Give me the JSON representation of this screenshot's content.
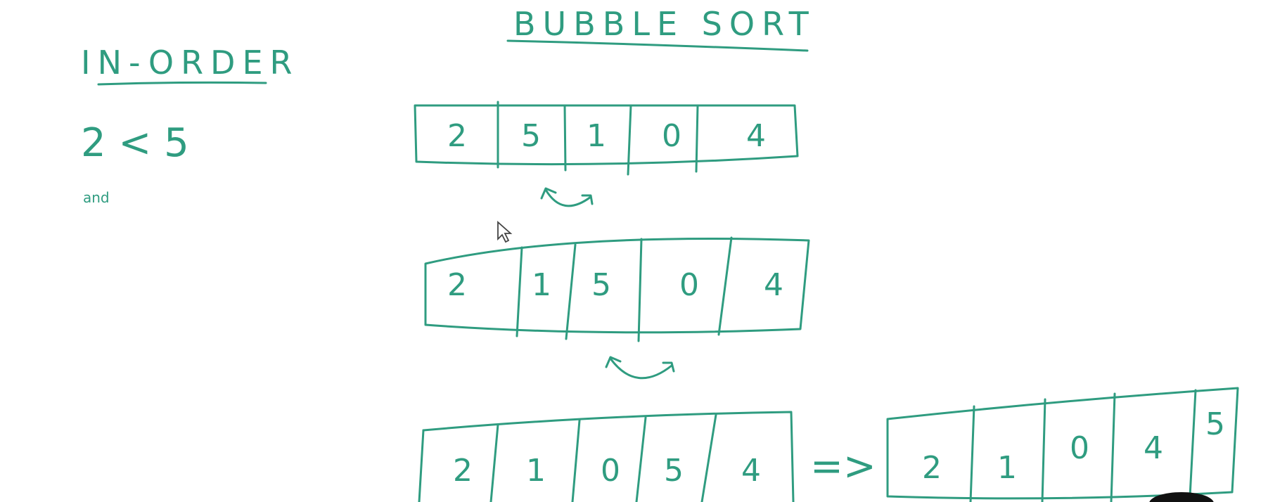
{
  "title": "BUBBLE SORT",
  "side_heading": "IN-ORDER",
  "side_comparison": "2 < 5",
  "side_note": "and",
  "implies_symbol": "=>",
  "arrays": [
    {
      "values": [
        "2",
        "5",
        "1",
        "0",
        "4"
      ]
    },
    {
      "values": [
        "2",
        "1",
        "5",
        "0",
        "4"
      ]
    },
    {
      "values": [
        "2",
        "1",
        "0",
        "5",
        "4"
      ]
    },
    {
      "values": [
        "2",
        "1",
        "0",
        "4",
        "5"
      ]
    }
  ],
  "ink_color": "#2f9c80"
}
